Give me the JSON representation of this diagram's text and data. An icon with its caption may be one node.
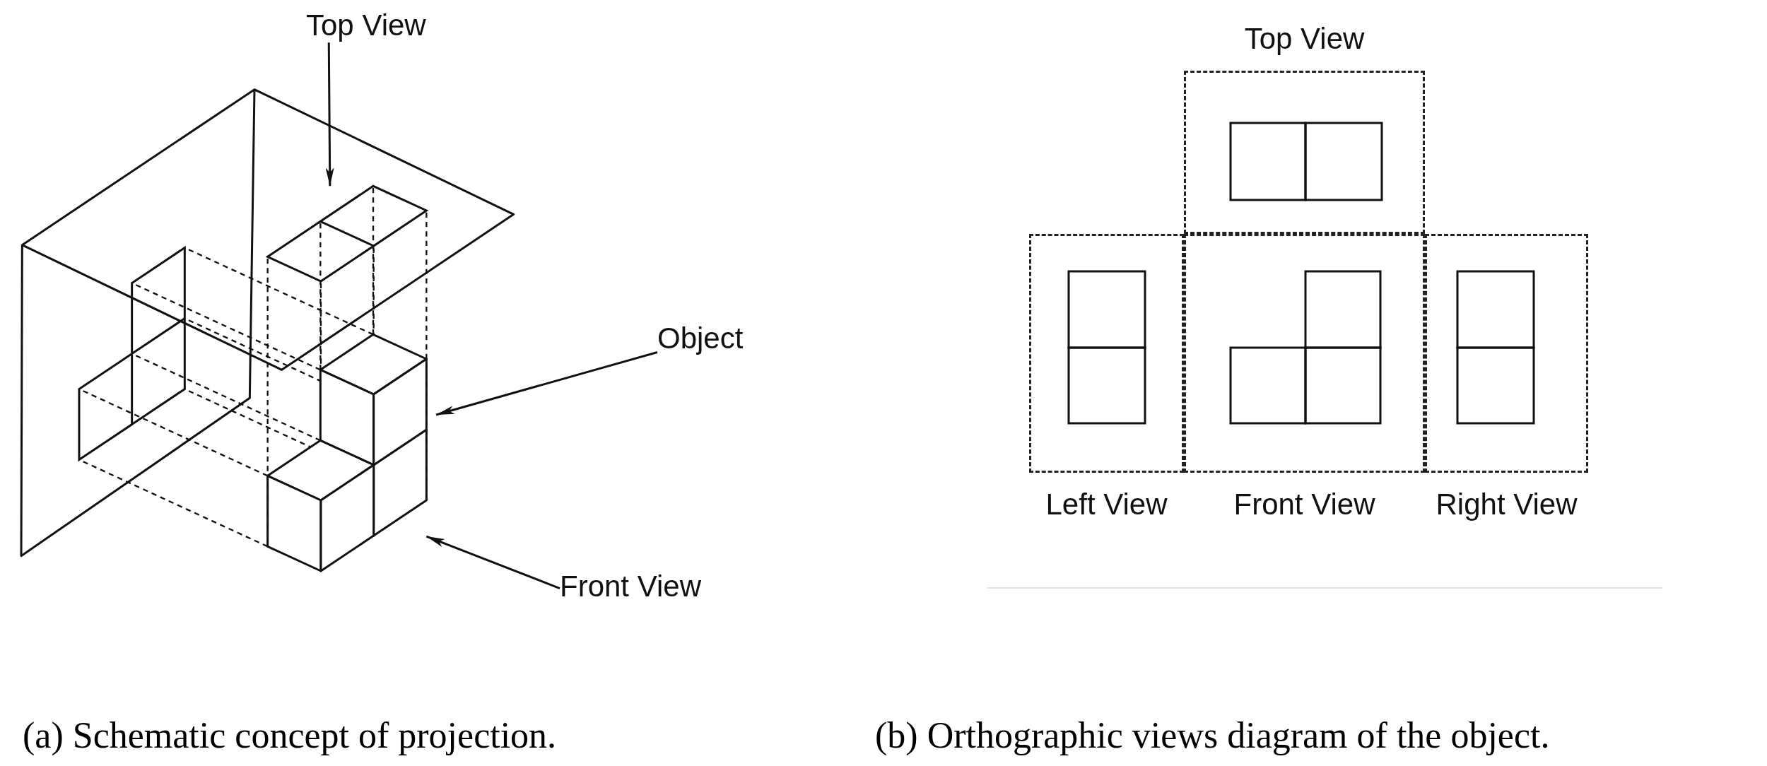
{
  "diagram": {
    "nodes": [
      {
        "text": [
          "Top View"
        ]
      },
      {
        "text": [],
        "shape": "picture"
      },
      {
        "text": [
          "Object"
        ]
      },
      {
        "text": [],
        "shape": "picture"
      },
      {
        "text": [
          "Front View"
        ]
      },
      {
        "text": [
          "Top View"
        ]
      },
      {
        "text": [
          "Left View"
        ]
      },
      {
        "text": [
          "Front View"
        ]
      },
      {
        "text": [
          "Right View"
        ]
      }
    ],
    "edges": [
      {
        "from": 0,
        "to": 1,
        "arrow": "to"
      },
      {
        "from": 2,
        "to": 3,
        "arrow": "to"
      },
      {
        "from": 4,
        "to": 3,
        "arrow": "to"
      }
    ],
    "labels": [
      "(a) Schematic concept of projection.",
      "(b) Orthographic views diagram of the object."
    ]
  }
}
